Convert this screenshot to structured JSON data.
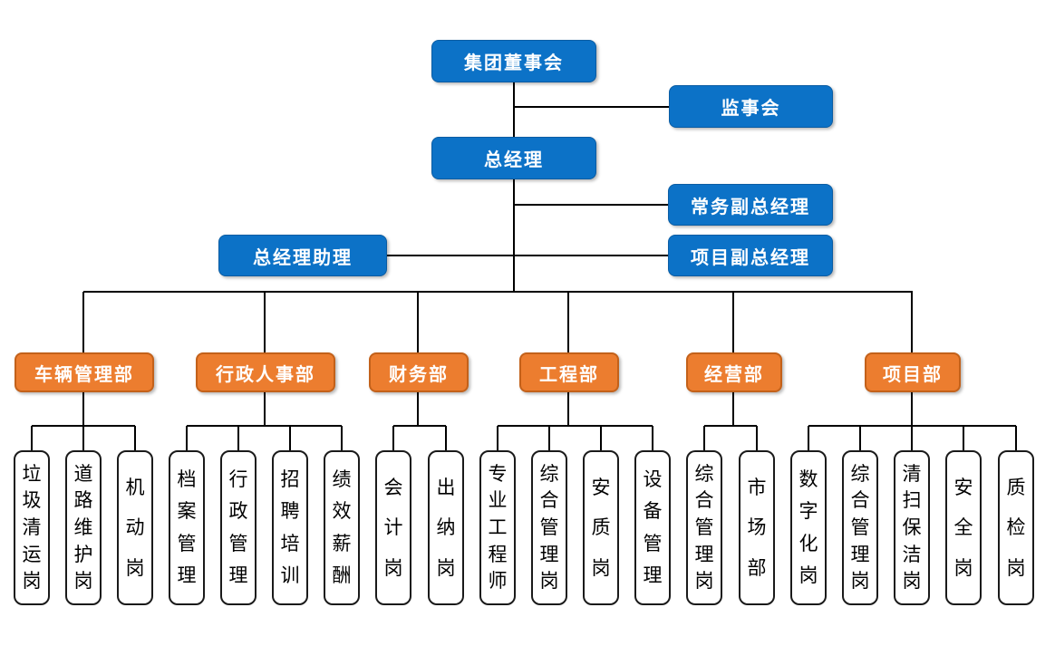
{
  "nodes": {
    "board": "集团董事会",
    "supervisory": "监事会",
    "gm": "总经理",
    "exec_deputy_gm": "常务副总经理",
    "gm_assistant": "总经理助理",
    "project_deputy_gm": "项目副总经理"
  },
  "departments": [
    {
      "label": "车辆管理部",
      "positions": [
        "垃圾清运岗",
        "道路维护岗",
        "机动岗"
      ]
    },
    {
      "label": "行政人事部",
      "positions": [
        "档案管理",
        "行政管理",
        "招聘培训",
        "绩效薪酬"
      ]
    },
    {
      "label": "财务部",
      "positions": [
        "会计岗",
        "出纳岗"
      ]
    },
    {
      "label": "工程部",
      "positions": [
        "专业工程师",
        "综合管理岗",
        "安质岗",
        "设备管理"
      ]
    },
    {
      "label": "经营部",
      "positions": [
        "综合管理岗",
        "市场部"
      ]
    },
    {
      "label": "项目部",
      "positions": [
        "数字化岗",
        "综合管理岗",
        "清扫保洁岗",
        "安全岗",
        "质检岗"
      ]
    }
  ],
  "colors": {
    "node_blue": "#0C72C7",
    "node_orange": "#EC7D2F",
    "connector": "#000000",
    "position_box_border": "#1A1A1A"
  }
}
